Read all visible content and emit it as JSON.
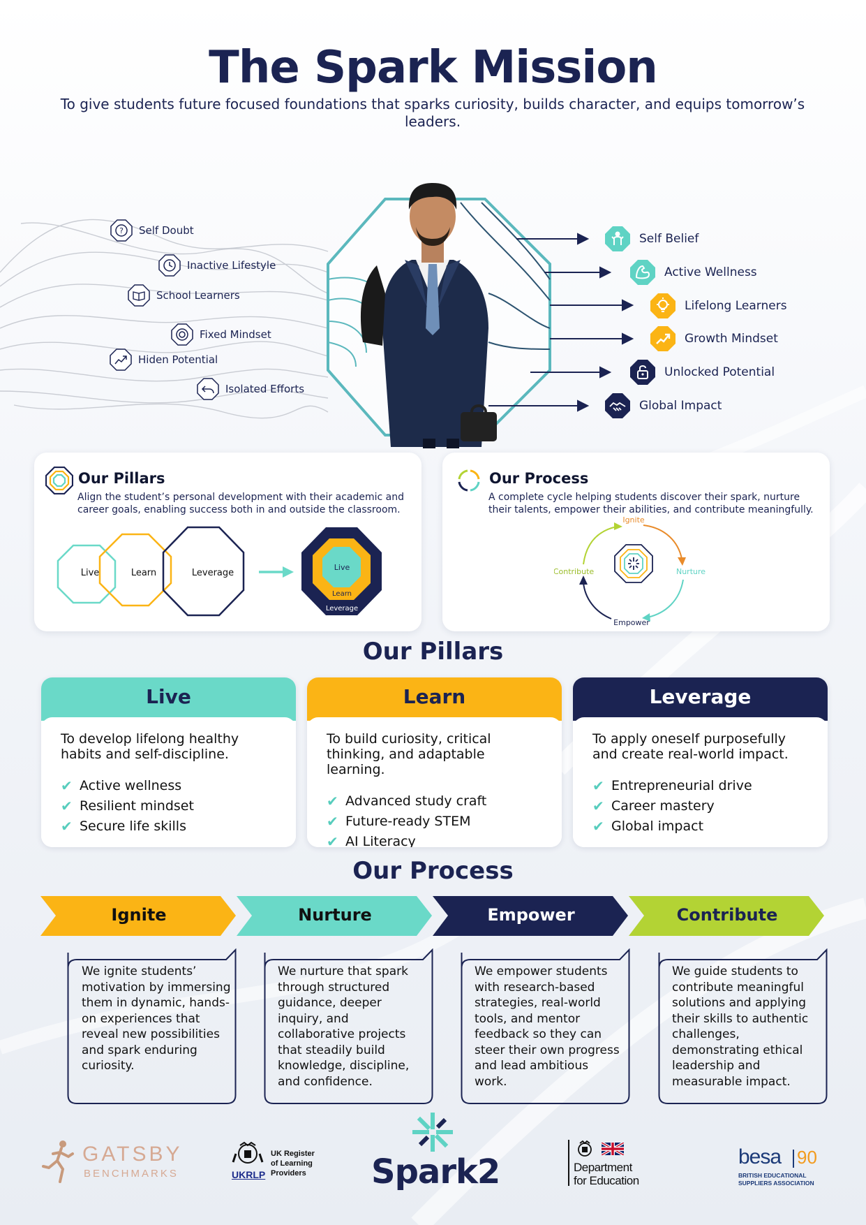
{
  "header": {
    "title": "The Spark Mission",
    "subtitle": "To give students future focused foundations that sparks curiosity, builds character, and equips tomorrow’s leaders."
  },
  "hero": {
    "challenges": [
      {
        "label": "Self Doubt",
        "icon": "question-icon"
      },
      {
        "label": "Inactive Lifestyle",
        "icon": "clock-icon"
      },
      {
        "label": "School Learners",
        "icon": "book-icon"
      },
      {
        "label": "Fixed Mindset",
        "icon": "target-icon"
      },
      {
        "label": "Hiden Potential",
        "icon": "trend-icon"
      },
      {
        "label": "Isolated Efforts",
        "icon": "undo-icon"
      }
    ],
    "outcomes": [
      {
        "label": "Self Belief",
        "icon": "person-icon",
        "color": "#5fd3c4"
      },
      {
        "label": "Active Wellness",
        "icon": "flex-arm-icon",
        "color": "#5fd3c4"
      },
      {
        "label": "Lifelong Learners",
        "icon": "lightbulb-icon",
        "color": "#fbb415"
      },
      {
        "label": "Growth Mindset",
        "icon": "growth-arrow-icon",
        "color": "#fbb415"
      },
      {
        "label": "Unlocked Potential",
        "icon": "unlock-icon",
        "color": "#1b2352"
      },
      {
        "label": "Global Impact",
        "icon": "handshake-icon",
        "color": "#1b2352"
      }
    ]
  },
  "pillars_card": {
    "title": "Our Pillars",
    "text": "Align the student’s personal development with their academic and career goals, enabling success both in and outside the classroom.",
    "diagram": {
      "live": "Live",
      "learn": "Learn",
      "leverage": "Leverage"
    }
  },
  "process_card": {
    "title": "Our Process",
    "text": "A complete cycle helping students discover their spark, nurture their talents, empower their abilities, and contribute meaningfully.",
    "cycle": {
      "ignite": "Ignite",
      "nurture": "Nurture",
      "empower": "Empower",
      "contribute": "Contribute"
    }
  },
  "pillars_section": {
    "title": "Our Pillars",
    "items": [
      {
        "name": "Live",
        "color": "#6ad9c8",
        "text_color": "#1b2352",
        "desc": "To develop lifelong healthy habits and self-discipline.",
        "points": [
          "Active wellness",
          "Resilient mindset",
          "Secure life skills"
        ]
      },
      {
        "name": "Learn",
        "color": "#fbb415",
        "text_color": "#1b2352",
        "desc": "To build curiosity, critical thinking, and adaptable learning.",
        "points": [
          "Advanced study craft",
          "Future-ready STEM",
          "AI Literacy"
        ]
      },
      {
        "name": "Leverage",
        "color": "#1b2352",
        "text_color": "#ffffff",
        "desc": "To apply oneself purposefully and create real-world impact.",
        "points": [
          "Entrepreneurial drive",
          "Career mastery",
          "Global impact"
        ]
      }
    ]
  },
  "process_section": {
    "title": "Our Process",
    "steps": [
      {
        "name": "Ignite",
        "color": "#fbb415",
        "text_color": "#111111",
        "text": "We ignite students’ motivation by immersing them in dynamic, hands-on experiences that reveal new possibilities and spark enduring curiosity."
      },
      {
        "name": "Nurture",
        "color": "#6ad9c8",
        "text_color": "#111111",
        "text": "We nurture that spark through structured guidance, deeper inquiry, and collaborative projects that steadily build knowledge, discipline, and confidence."
      },
      {
        "name": "Empower",
        "color": "#1b2352",
        "text_color": "#ffffff",
        "text": "We empower students with research-based strategies, real-world tools, and mentor feedback so they can steer their own progress and lead ambitious work."
      },
      {
        "name": "Contribute",
        "color": "#b3d334",
        "text_color": "#1b2352",
        "text": "We guide students to contribute meaningful solutions and applying their skills to authentic challenges, demonstrating ethical leadership and measurable impact."
      }
    ]
  },
  "footer": {
    "gatsby": {
      "line1": "GATSBY",
      "line2": "BENCHMARKS"
    },
    "ukrlp": {
      "abbr": "UKRLP",
      "lines": [
        "UK Register",
        "of Learning",
        "Providers"
      ]
    },
    "spark": "Spark2",
    "dfe": {
      "line1": "Department",
      "line2": "for Education"
    },
    "besa": {
      "word": "besa",
      "num": "90",
      "line1": "BRITISH EDUCATIONAL",
      "line2": "SUPPLIERS ASSOCIATION"
    }
  }
}
